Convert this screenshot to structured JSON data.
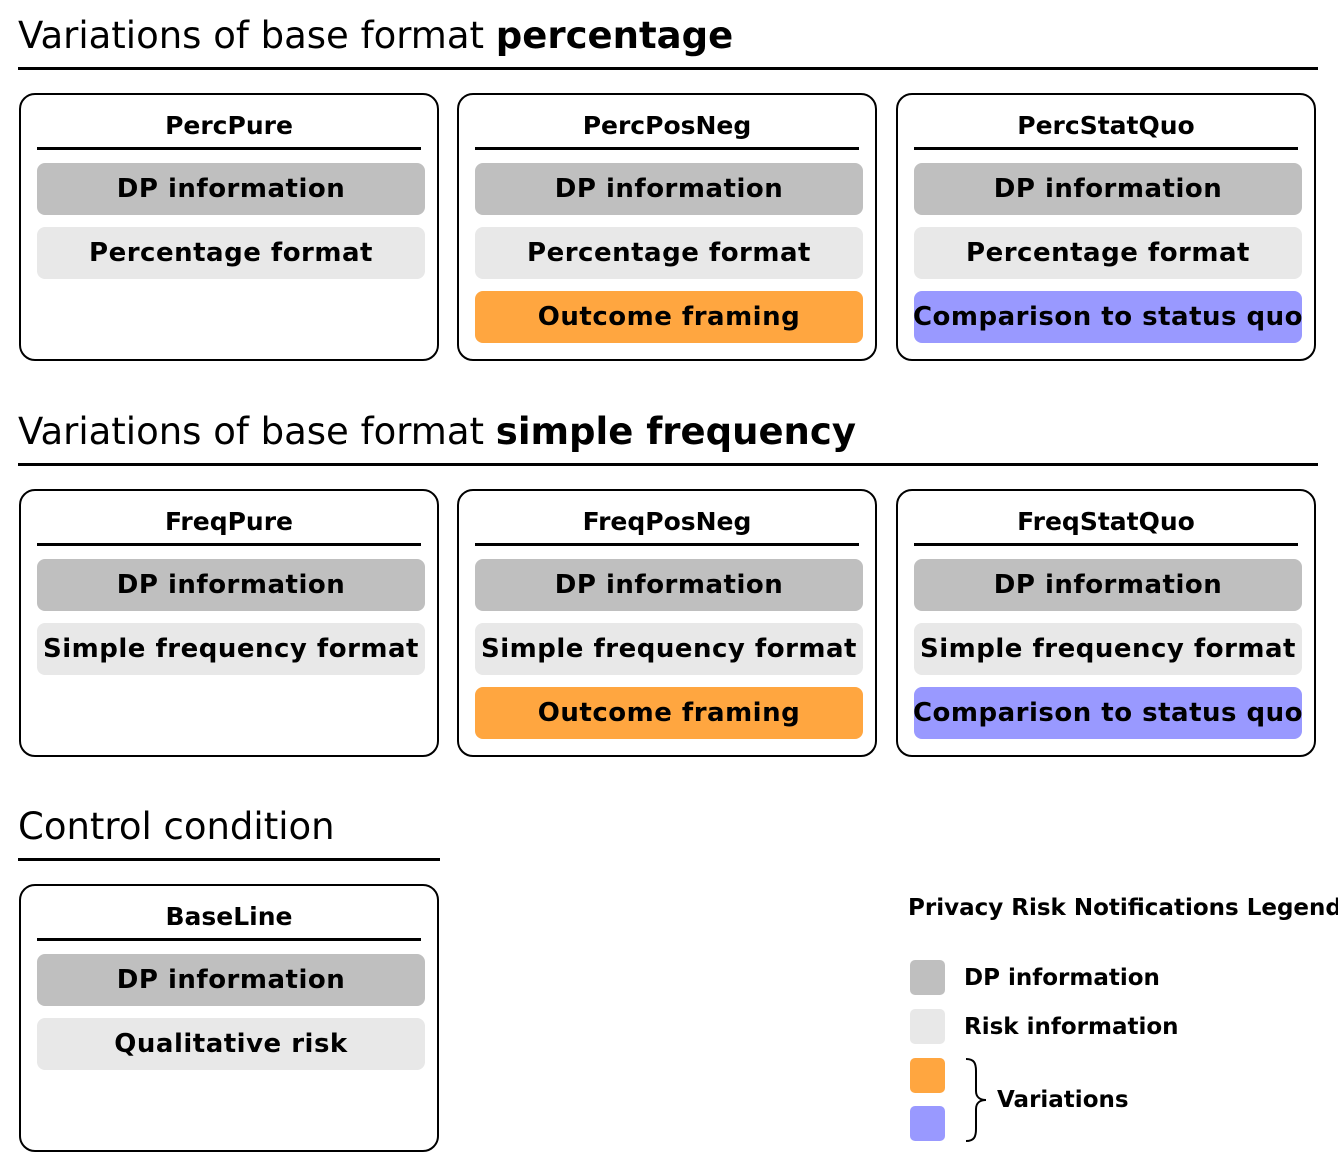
{
  "colors": {
    "dp": "#bfbfbf",
    "risk": "#e8e8e8",
    "outcome": "#ffa640",
    "statusquo": "#9999ff"
  },
  "sections": [
    {
      "title_prefix": "Variations of base format ",
      "title_bold": "percentage"
    },
    {
      "title_prefix": "Variations of base format ",
      "title_bold": "simple frequency"
    },
    {
      "title_prefix": "Control condition",
      "title_bold": ""
    }
  ],
  "cards": {
    "percpure": {
      "title": "PercPure",
      "blocks": [
        "DP information",
        "Percentage format"
      ]
    },
    "percposneg": {
      "title": "PercPosNeg",
      "blocks": [
        "DP information",
        "Percentage format",
        "Outcome framing"
      ]
    },
    "percstatquo": {
      "title": "PercStatQuo",
      "blocks": [
        "DP information",
        "Percentage format",
        "Comparison to status quo"
      ]
    },
    "freqpure": {
      "title": "FreqPure",
      "blocks": [
        "DP information",
        "Simple frequency format"
      ]
    },
    "freqposneg": {
      "title": "FreqPosNeg",
      "blocks": [
        "DP information",
        "Simple frequency format",
        "Outcome framing"
      ]
    },
    "freqstatquo": {
      "title": "FreqStatQuo",
      "blocks": [
        "DP information",
        "Simple frequency format",
        "Comparison to status quo"
      ]
    },
    "baseline": {
      "title": "BaseLine",
      "blocks": [
        "DP information",
        "Qualitative risk"
      ]
    }
  },
  "legend": {
    "title": "Privacy Risk Notifications Legend",
    "dp_label": "DP information",
    "risk_label": "Risk information",
    "variations_label": "Variations"
  }
}
